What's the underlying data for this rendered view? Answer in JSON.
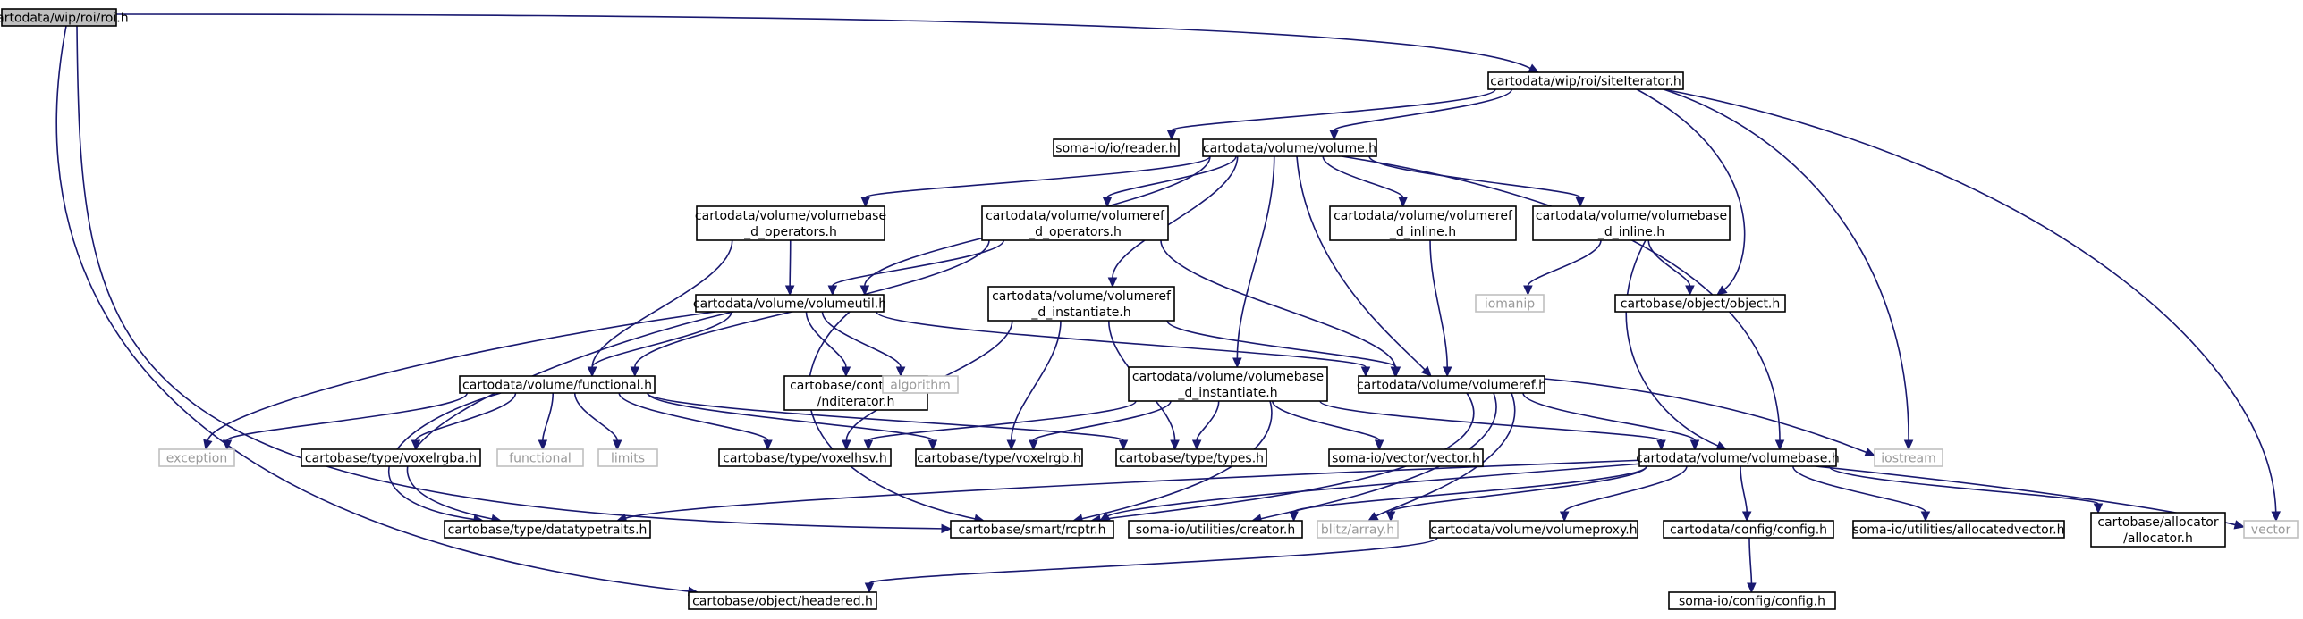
{
  "colors": {
    "edge": "#191970",
    "node_border": "#000000",
    "external_border": "#c0c0c0",
    "external_text": "#9a9a9a",
    "root_fill": "#bfbfbf",
    "background": "#ffffff"
  },
  "nodes": [
    {
      "id": "roi",
      "lines": [
        "cartodata/wip/roi/roi.h"
      ],
      "kind": "root"
    },
    {
      "id": "siteiter",
      "lines": [
        "cartodata/wip/roi/siteIterator.h"
      ],
      "kind": "doc"
    },
    {
      "id": "reader",
      "lines": [
        "soma-io/io/reader.h"
      ],
      "kind": "doc"
    },
    {
      "id": "volume",
      "lines": [
        "cartodata/volume/volume.h"
      ],
      "kind": "doc"
    },
    {
      "id": "vb_ops",
      "lines": [
        "cartodata/volume/volumebase",
        "_d_operators.h"
      ],
      "kind": "doc"
    },
    {
      "id": "vr_ops",
      "lines": [
        "cartodata/volume/volumeref",
        "_d_operators.h"
      ],
      "kind": "doc"
    },
    {
      "id": "vr_inl",
      "lines": [
        "cartodata/volume/volumeref",
        "_d_inline.h"
      ],
      "kind": "doc"
    },
    {
      "id": "vb_inl",
      "lines": [
        "cartodata/volume/volumebase",
        "_d_inline.h"
      ],
      "kind": "doc"
    },
    {
      "id": "iomanip",
      "lines": [
        "iomanip"
      ],
      "kind": "external"
    },
    {
      "id": "object",
      "lines": [
        "cartobase/object/object.h"
      ],
      "kind": "doc"
    },
    {
      "id": "vutil",
      "lines": [
        "cartodata/volume/volumeutil.h"
      ],
      "kind": "doc"
    },
    {
      "id": "vr_inst",
      "lines": [
        "cartodata/volume/volumeref",
        "_d_instantiate.h"
      ],
      "kind": "doc"
    },
    {
      "id": "nditer",
      "lines": [
        "cartobase/containers",
        "/nditerator.h"
      ],
      "kind": "doc"
    },
    {
      "id": "algorithm",
      "lines": [
        "algorithm"
      ],
      "kind": "external"
    },
    {
      "id": "functional_h",
      "lines": [
        "cartodata/volume/functional.h"
      ],
      "kind": "doc"
    },
    {
      "id": "vb_inst",
      "lines": [
        "cartodata/volume/volumebase",
        "_d_instantiate.h"
      ],
      "kind": "doc"
    },
    {
      "id": "volumeref",
      "lines": [
        "cartodata/volume/volumeref.h"
      ],
      "kind": "doc"
    },
    {
      "id": "exception",
      "lines": [
        "exception"
      ],
      "kind": "external"
    },
    {
      "id": "voxelrgba",
      "lines": [
        "cartobase/type/voxelrgba.h"
      ],
      "kind": "doc"
    },
    {
      "id": "functional",
      "lines": [
        "functional"
      ],
      "kind": "external"
    },
    {
      "id": "limits",
      "lines": [
        "limits"
      ],
      "kind": "external"
    },
    {
      "id": "voxelhsv",
      "lines": [
        "cartobase/type/voxelhsv.h"
      ],
      "kind": "doc"
    },
    {
      "id": "voxelrgb",
      "lines": [
        "cartobase/type/voxelrgb.h"
      ],
      "kind": "doc"
    },
    {
      "id": "types",
      "lines": [
        "cartobase/type/types.h"
      ],
      "kind": "doc"
    },
    {
      "id": "vector_h",
      "lines": [
        "soma-io/vector/vector.h"
      ],
      "kind": "doc"
    },
    {
      "id": "volumebase",
      "lines": [
        "cartodata/volume/volumebase.h"
      ],
      "kind": "doc"
    },
    {
      "id": "iostream",
      "lines": [
        "iostream"
      ],
      "kind": "external"
    },
    {
      "id": "vector",
      "lines": [
        "vector"
      ],
      "kind": "external"
    },
    {
      "id": "dtt",
      "lines": [
        "cartobase/type/datatypetraits.h"
      ],
      "kind": "doc"
    },
    {
      "id": "rcptr",
      "lines": [
        "cartobase/smart/rcptr.h"
      ],
      "kind": "doc"
    },
    {
      "id": "creator",
      "lines": [
        "soma-io/utilities/creator.h"
      ],
      "kind": "doc"
    },
    {
      "id": "blitz",
      "lines": [
        "blitz/array.h"
      ],
      "kind": "external"
    },
    {
      "id": "vproxy",
      "lines": [
        "cartodata/volume/volumeproxy.h"
      ],
      "kind": "doc"
    },
    {
      "id": "config",
      "lines": [
        "cartodata/config/config.h"
      ],
      "kind": "doc"
    },
    {
      "id": "allocvec",
      "lines": [
        "soma-io/utilities/allocatedvector.h"
      ],
      "kind": "doc"
    },
    {
      "id": "allocator",
      "lines": [
        "cartobase/allocator",
        "/allocator.h"
      ],
      "kind": "doc"
    },
    {
      "id": "headered",
      "lines": [
        "cartobase/object/headered.h"
      ],
      "kind": "doc"
    },
    {
      "id": "somaconfig",
      "lines": [
        "soma-io/config/config.h"
      ],
      "kind": "doc"
    }
  ],
  "edges": [
    [
      "roi",
      "siteiter"
    ],
    [
      "roi",
      "rcptr"
    ],
    [
      "roi",
      "headered"
    ],
    [
      "siteiter",
      "reader"
    ],
    [
      "siteiter",
      "volume"
    ],
    [
      "siteiter",
      "object"
    ],
    [
      "siteiter",
      "iostream"
    ],
    [
      "siteiter",
      "vector"
    ],
    [
      "volume",
      "vb_ops"
    ],
    [
      "volume",
      "vr_ops"
    ],
    [
      "volume",
      "vr_inl"
    ],
    [
      "volume",
      "vb_inl"
    ],
    [
      "volume",
      "vutil"
    ],
    [
      "volume",
      "vr_inst"
    ],
    [
      "volume",
      "vb_inst"
    ],
    [
      "volume",
      "volumeref"
    ],
    [
      "volume",
      "volumebase"
    ],
    [
      "vb_ops",
      "vutil"
    ],
    [
      "vb_ops",
      "functional_h"
    ],
    [
      "vr_ops",
      "vutil"
    ],
    [
      "vr_ops",
      "functional_h"
    ],
    [
      "vr_ops",
      "volumeref"
    ],
    [
      "vr_inl",
      "volumeref"
    ],
    [
      "vb_inl",
      "iomanip"
    ],
    [
      "vb_inl",
      "object"
    ],
    [
      "vb_inl",
      "volumebase"
    ],
    [
      "vutil",
      "exception"
    ],
    [
      "vutil",
      "dtt"
    ],
    [
      "vutil",
      "functional_h"
    ],
    [
      "vutil",
      "nditer"
    ],
    [
      "vutil",
      "algorithm"
    ],
    [
      "vutil",
      "rcptr"
    ],
    [
      "vutil",
      "volumeref"
    ],
    [
      "vr_inst",
      "volumeref"
    ],
    [
      "vr_inst",
      "voxelhsv"
    ],
    [
      "vr_inst",
      "voxelrgb"
    ],
    [
      "vr_inst",
      "types"
    ],
    [
      "functional_h",
      "exception"
    ],
    [
      "functional_h",
      "dtt"
    ],
    [
      "functional_h",
      "voxelrgba"
    ],
    [
      "functional_h",
      "functional"
    ],
    [
      "functional_h",
      "limits"
    ],
    [
      "functional_h",
      "voxelhsv"
    ],
    [
      "functional_h",
      "voxelrgb"
    ],
    [
      "functional_h",
      "types"
    ],
    [
      "vb_inst",
      "voxelhsv"
    ],
    [
      "vb_inst",
      "voxelrgb"
    ],
    [
      "vb_inst",
      "types"
    ],
    [
      "vb_inst",
      "vector_h"
    ],
    [
      "vb_inst",
      "volumebase"
    ],
    [
      "vb_inst",
      "rcptr"
    ],
    [
      "volumeref",
      "volumebase"
    ],
    [
      "volumeref",
      "iostream"
    ],
    [
      "volumeref",
      "rcptr"
    ],
    [
      "volumeref",
      "creator"
    ],
    [
      "volumeref",
      "blitz"
    ],
    [
      "volumebase",
      "dtt"
    ],
    [
      "volumebase",
      "rcptr"
    ],
    [
      "volumebase",
      "creator"
    ],
    [
      "volumebase",
      "blitz"
    ],
    [
      "volumebase",
      "vproxy"
    ],
    [
      "volumebase",
      "config"
    ],
    [
      "volumebase",
      "allocvec"
    ],
    [
      "volumebase",
      "allocator"
    ],
    [
      "volumebase",
      "vector"
    ],
    [
      "vproxy",
      "headered"
    ],
    [
      "config",
      "somaconfig"
    ]
  ]
}
